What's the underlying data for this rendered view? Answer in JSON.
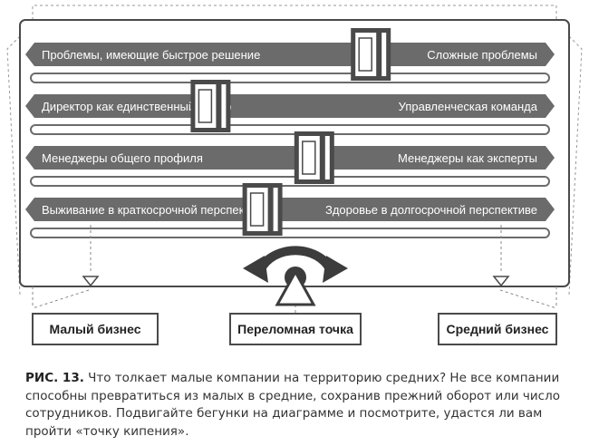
{
  "sliders": [
    {
      "left_label": "Проблемы, имеющие быстрое решение",
      "right_label": "Сложные проблемы",
      "position": 0.71
    },
    {
      "left_label": "Директор как единственный лидер",
      "right_label": "Управленческая команда",
      "position": 0.37
    },
    {
      "left_label": "Менеджеры общего профиля",
      "right_label": "Менеджеры как эксперты",
      "position": 0.59
    },
    {
      "left_label": "Выживание в краткосрочной перспективе",
      "right_label": "Здоровье в долгосрочной перспективе",
      "position": 0.48
    }
  ],
  "bottom_labels": {
    "left": "Малый бизнес",
    "center": "Переломная точка",
    "right": "Средний бизнес"
  },
  "caption": {
    "prefix": "РИС. 13.",
    "text": " Что толкает малые компании на территорию средних? Не все компании способны превратиться из малых в средние, сохранив прежний оборот или число сотрудников. Подвигайте бегунки на диаграмме и посмотрите, удастся ли вам пройти «точку кипения»."
  },
  "colors": {
    "bar": "#6b6b6b",
    "track": "#6b6b6b",
    "outline": "#4a4a4a",
    "text_light": "#ffffff",
    "text_dark": "#222222"
  }
}
